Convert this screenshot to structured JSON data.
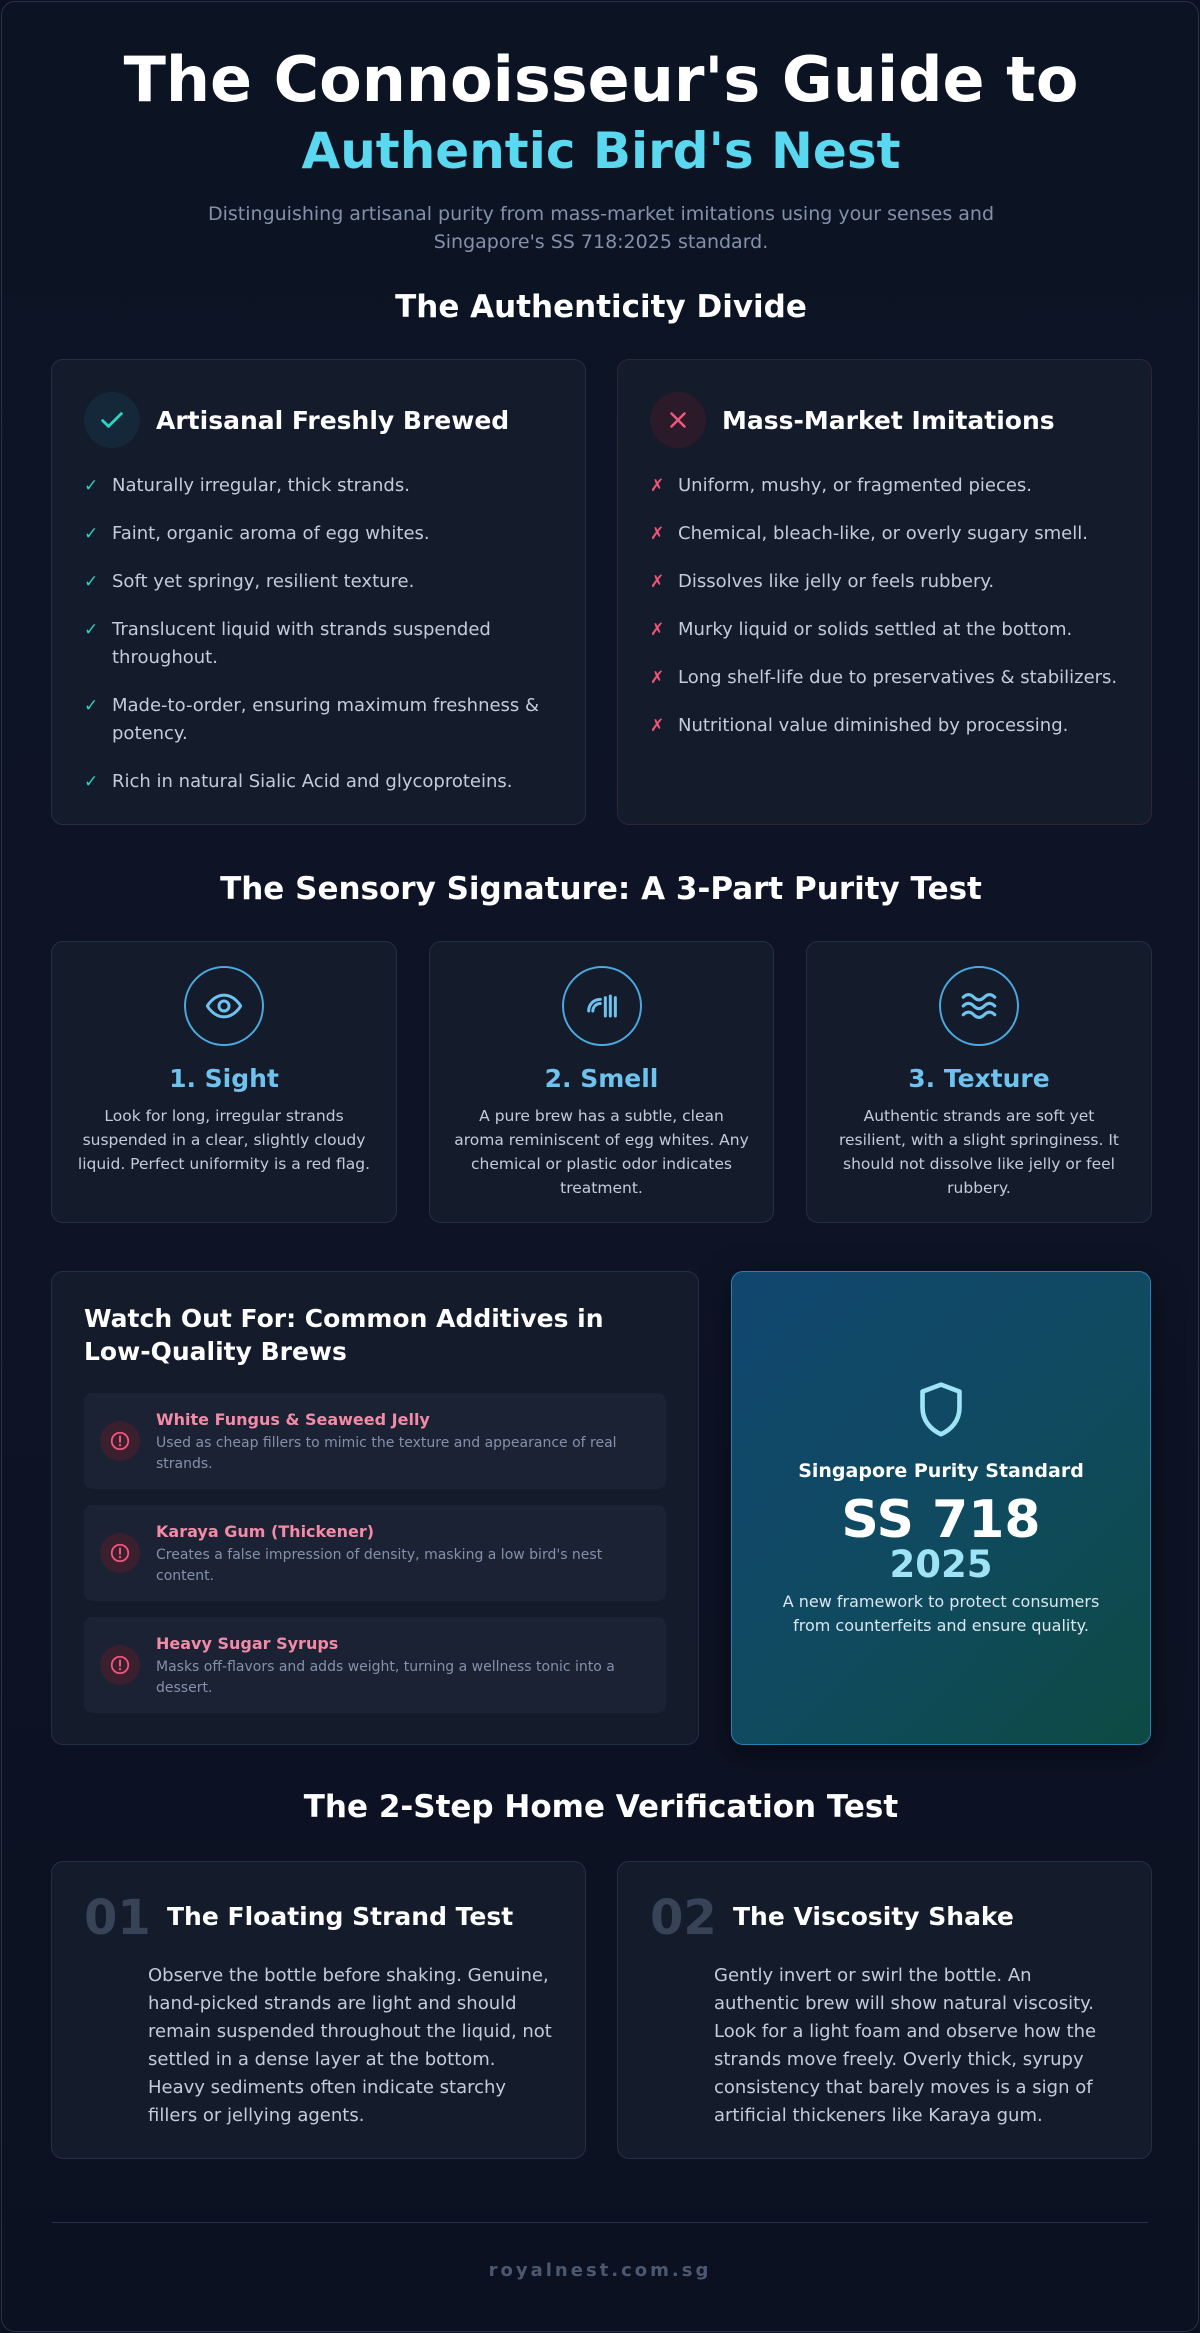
{
  "hero": {
    "title_line1": "The Connoisseur's Guide to",
    "title_line2": "Authentic Bird's Nest",
    "subtitle": "Distinguishing artisanal purity from mass-market imitations using your senses and Singapore's SS 718:2025 standard."
  },
  "divide": {
    "title": "The Authenticity Divide",
    "artisanal": {
      "title": "Artisanal Freshly Brewed",
      "icon": "check-icon",
      "mark": "✓",
      "items": [
        "Naturally irregular, thick strands.",
        "Faint, organic aroma of egg whites.",
        "Soft yet springy, resilient texture.",
        "Translucent liquid with strands suspended throughout.",
        "Made-to-order, ensuring maximum freshness & potency.",
        "Rich in natural Sialic Acid and glycoproteins."
      ]
    },
    "imitations": {
      "title": "Mass-Market Imitations",
      "icon": "cross-icon",
      "mark": "✗",
      "items": [
        "Uniform, mushy, or fragmented pieces.",
        "Chemical, bleach-like, or overly sugary smell.",
        "Dissolves like jelly or feels rubbery.",
        "Murky liquid or solids settled at the bottom.",
        "Long shelf-life due to preservatives & stabilizers.",
        "Nutritional value diminished by processing."
      ]
    }
  },
  "sensory": {
    "title": "The Sensory Signature: A 3-Part Purity Test",
    "tests": [
      {
        "icon": "eye-icon",
        "title": "1. Sight",
        "text": "Look for long, irregular strands suspended in a clear, slightly cloudy liquid. Perfect uniformity is a red flag."
      },
      {
        "icon": "smell-icon",
        "title": "2. Smell",
        "text": "A pure brew has a subtle, clean aroma reminiscent of egg whites. Any chemical or plastic odor indicates treatment."
      },
      {
        "icon": "waves-icon",
        "title": "3. Texture",
        "text": "Authentic strands are soft yet resilient, with a slight springiness. It should not dissolve like jelly or feel rubbery."
      }
    ]
  },
  "additives": {
    "title": "Watch Out For: Common Additives in Low-Quality Brews",
    "items": [
      {
        "icon": "alert-icon",
        "name": "White Fungus & Seaweed Jelly",
        "desc": "Used as cheap fillers to mimic the texture and appearance of real strands."
      },
      {
        "icon": "alert-icon",
        "name": "Karaya Gum (Thickener)",
        "desc": "Creates a false impression of density, masking a low bird's nest content."
      },
      {
        "icon": "alert-icon",
        "name": "Heavy Sugar Syrups",
        "desc": "Masks off-flavors and adds weight, turning a wellness tonic into a dessert."
      }
    ]
  },
  "standard": {
    "icon": "shield-icon",
    "label": "Singapore Purity Standard",
    "code": "SS 718",
    "year": "2025",
    "desc": "A new framework to protect consumers from counterfeits and ensure quality."
  },
  "verification": {
    "title": "The 2-Step Home Verification Test",
    "steps": [
      {
        "num": "01",
        "title": "The Floating Strand Test",
        "text": "Observe the bottle before shaking. Genuine, hand-picked strands are light and should remain suspended throughout the liquid, not settled in a dense layer at the bottom. Heavy sediments often indicate starchy fillers or jellying agents."
      },
      {
        "num": "02",
        "title": "The Viscosity Shake",
        "text": "Gently invert or swirl the bottle. An authentic brew will show natural viscosity. Look for a light foam and observe how the strands move freely. Overly thick, syrupy consistency that barely moves is a sign of artificial thickeners like Karaya gum."
      }
    ]
  },
  "footer": {
    "text": "royalnest.com.sg"
  },
  "colors": {
    "accent_cyan": "#5ad8ef",
    "good": "#2dd4bf",
    "bad": "#f0567a",
    "sense_blue": "#6ec2ee",
    "additive_pink": "#f38aa6"
  }
}
